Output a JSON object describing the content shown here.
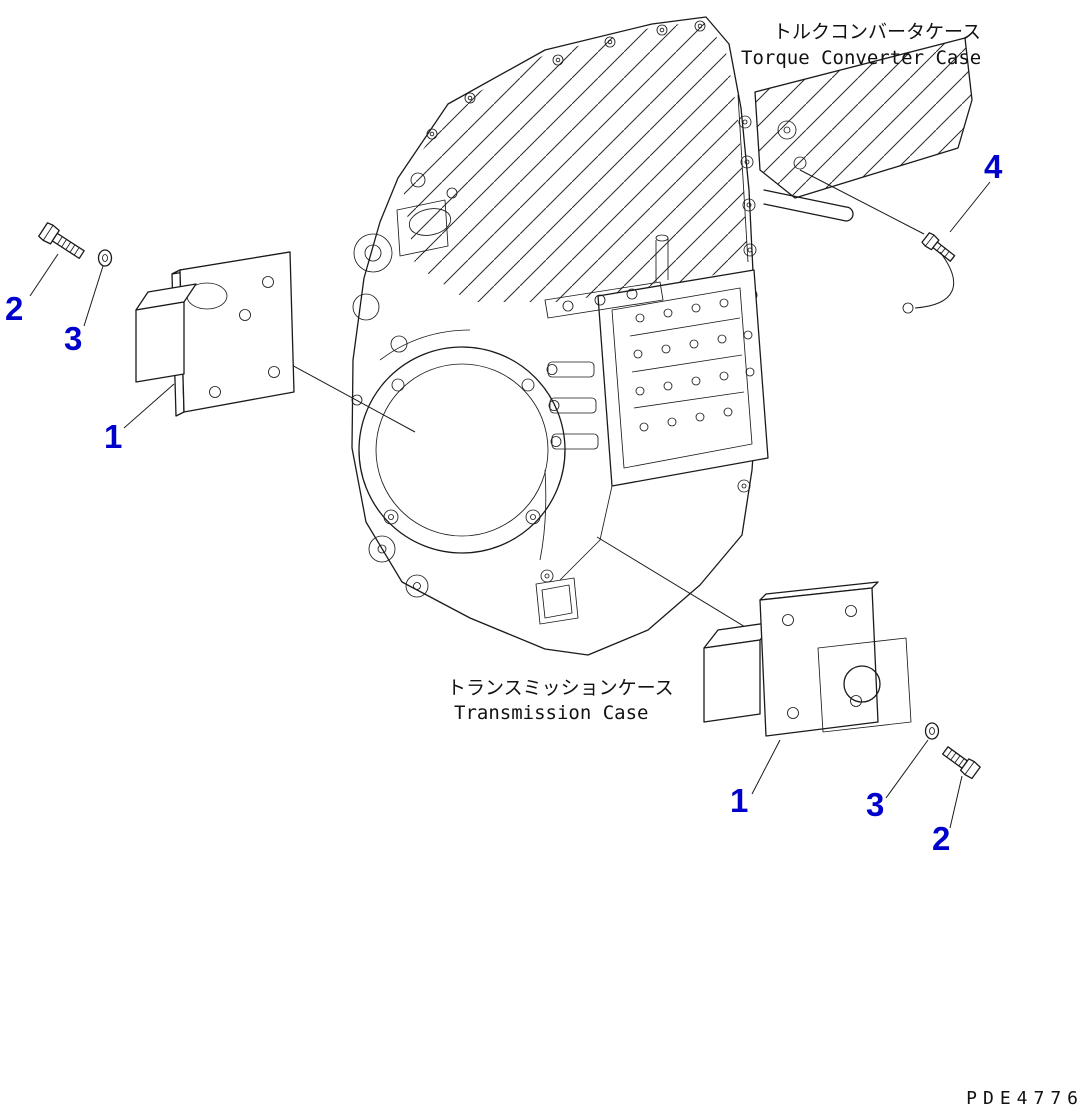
{
  "labels": {
    "torque_converter_case_jp": "トルクコンバータケース",
    "torque_converter_case_en": "Torque Converter Case",
    "transmission_case_jp": "トランスミッションケース",
    "transmission_case_en": "Transmission Case",
    "doc_code": "PDE4776"
  },
  "callouts": {
    "left_bolt": "2",
    "left_washer": "3",
    "left_bracket": "1",
    "right_bolt": "4",
    "bottom_bracket": "1",
    "bottom_washer": "3",
    "bottom_bolt": "2"
  },
  "colors": {
    "callout_blue": "#0000cc",
    "line_black": "#1a1a1a",
    "background": "#ffffff"
  }
}
